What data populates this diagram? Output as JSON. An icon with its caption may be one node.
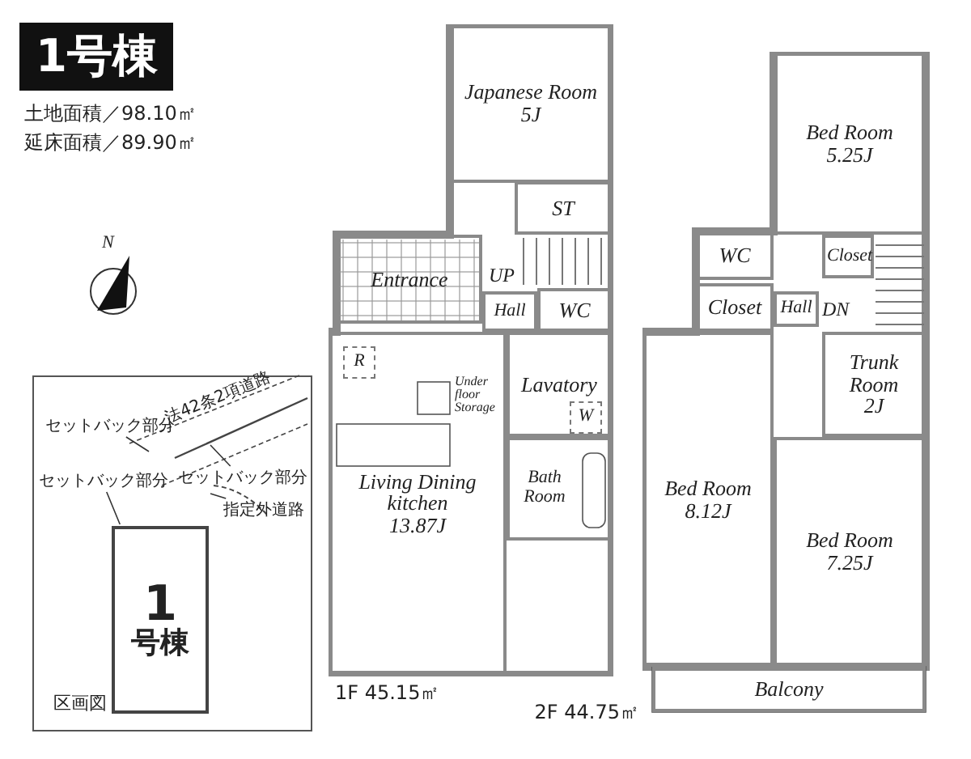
{
  "diagram": {
    "title": "1号棟",
    "nodes": [
      {
        "text": [],
        "shape": "box",
        "beside": [
          "1F 45.15㎡"
        ]
      },
      {
        "text": [
          "Japanese Room",
          "5J"
        ],
        "in": 0
      },
      {
        "text": [
          "ST"
        ],
        "in": 0
      },
      {
        "text": [
          "Entrance"
        ],
        "in": 0
      },
      {
        "text": [
          "Hall"
        ],
        "in": 0
      },
      {
        "text": [
          "WC"
        ],
        "in": 0
      },
      {
        "text": [
          "Living Dining kitchen",
          "13.87J"
        ],
        "in": 0
      },
      {
        "text": [
          "R"
        ],
        "in": 6
      },
      {
        "text": [
          "Lavatory"
        ],
        "in": 0
      },
      {
        "text": [
          "W"
        ],
        "in": 8
      },
      {
        "text": [
          "Bath Room"
        ],
        "in": 0
      },
      {
        "text": [],
        "shape": "box",
        "beside": [
          "2F 44.75㎡"
        ]
      },
      {
        "text": [
          "Bed Room",
          "5.25J"
        ],
        "in": 11
      },
      {
        "text": [
          "WC"
        ],
        "in": 11
      },
      {
        "text": [
          "Closet"
        ],
        "in": 11
      },
      {
        "text": [
          "Closet"
        ],
        "in": 11
      },
      {
        "text": [
          "Hall"
        ],
        "in": 11
      },
      {
        "text": [
          "Trunk Room",
          "2J"
        ],
        "in": 11
      },
      {
        "text": [
          "Bed Room",
          "8.12J"
        ],
        "in": 11
      },
      {
        "text": [
          "Bed Room",
          "7.25J"
        ],
        "in": 11
      },
      {
        "text": [
          "Balcony"
        ]
      },
      {
        "text": [
          "区画図"
        ]
      },
      {
        "text": [
          "セットバック部分"
        ],
        "in": 21
      },
      {
        "text": [
          "セットバック部分"
        ],
        "in": 21
      },
      {
        "text": [
          "セットバック部分"
        ],
        "in": 21
      },
      {
        "text": [
          "指定外道路"
        ],
        "in": 21
      },
      {
        "text": [
          "1",
          "号棟"
        ],
        "in": 21
      }
    ],
    "edges": [
      {
        "from": 22,
        "to": null,
        "arrow": "none"
      },
      {
        "from": 23,
        "to": null,
        "arrow": "none"
      },
      {
        "from": 24,
        "to": 26,
        "arrow": "none"
      },
      {
        "from": 25,
        "to": null,
        "arrow": "none"
      }
    ],
    "labels": [
      "土地面積／98.10㎡",
      "延床面積／89.90㎡",
      "N",
      "UP",
      "Under floor Storage",
      "DN",
      "法42条2項道路"
    ]
  }
}
